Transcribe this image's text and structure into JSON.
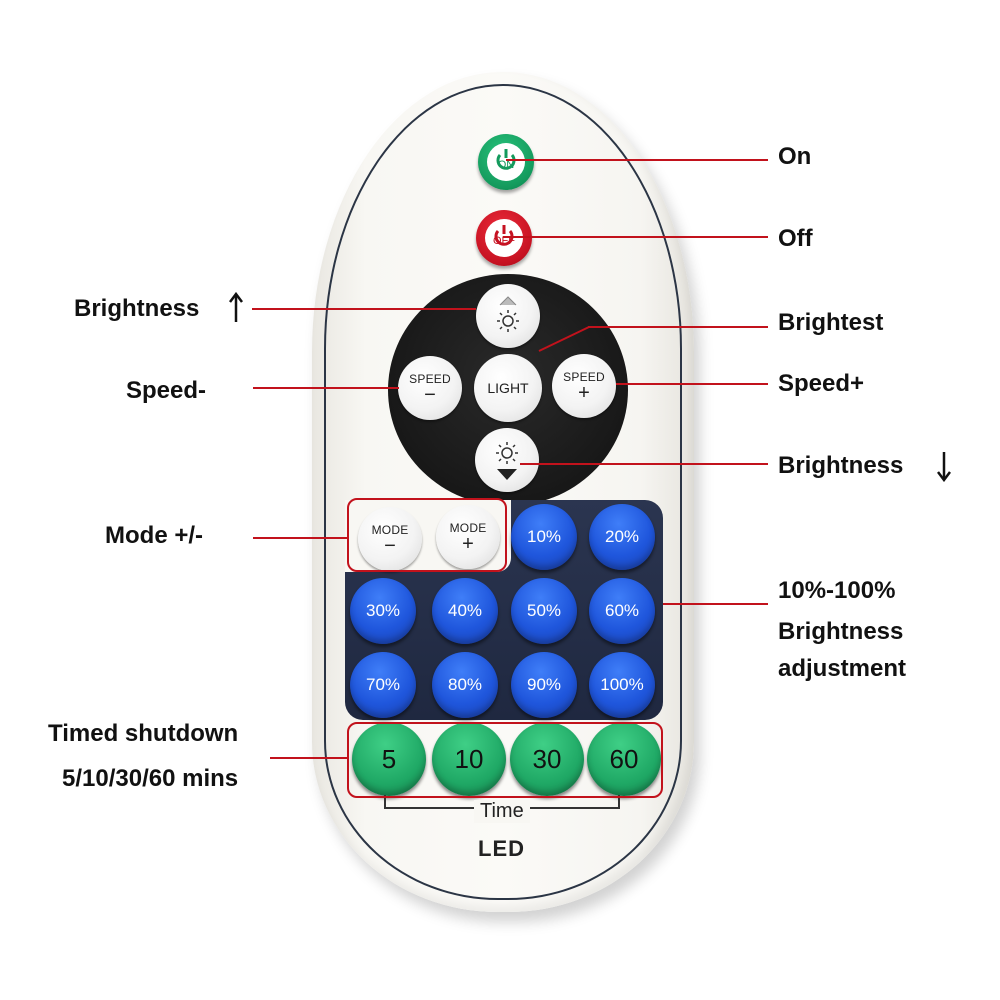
{
  "power": {
    "on_text": "ON",
    "off_text": "OFF"
  },
  "dpad": {
    "speed_minus_top": "SPEED",
    "speed_minus_sign": "−",
    "speed_plus_top": "SPEED",
    "speed_plus_sign": "+",
    "light": "LIGHT"
  },
  "mode": {
    "minus_top": "MODE",
    "minus_sign": "−",
    "plus_top": "MODE",
    "plus_sign": "+"
  },
  "brightness_levels": [
    "10%",
    "20%",
    "30%",
    "40%",
    "50%",
    "60%",
    "70%",
    "80%",
    "90%",
    "100%"
  ],
  "timers": [
    "5",
    "10",
    "30",
    "60"
  ],
  "remote_text": {
    "time": "Time",
    "brand": "LED"
  },
  "callouts": {
    "on": "On",
    "off": "Off",
    "brightness_up": "Brightness",
    "brightest": "Brightest",
    "speed_minus": "Speed-",
    "speed_plus": "Speed+",
    "brightness_down": "Brightness",
    "mode": "Mode +/-",
    "pct_line1": "10%-100%",
    "pct_line2": "Brightness",
    "pct_line3": "adjustment",
    "timer_line1": "Timed shutdown",
    "timer_line2": "5/10/30/60 mins"
  },
  "colors": {
    "callout": "#c2121c",
    "on": "#149a5d",
    "off": "#c61222",
    "level": "#1f56dc",
    "timer": "#1fa865"
  }
}
